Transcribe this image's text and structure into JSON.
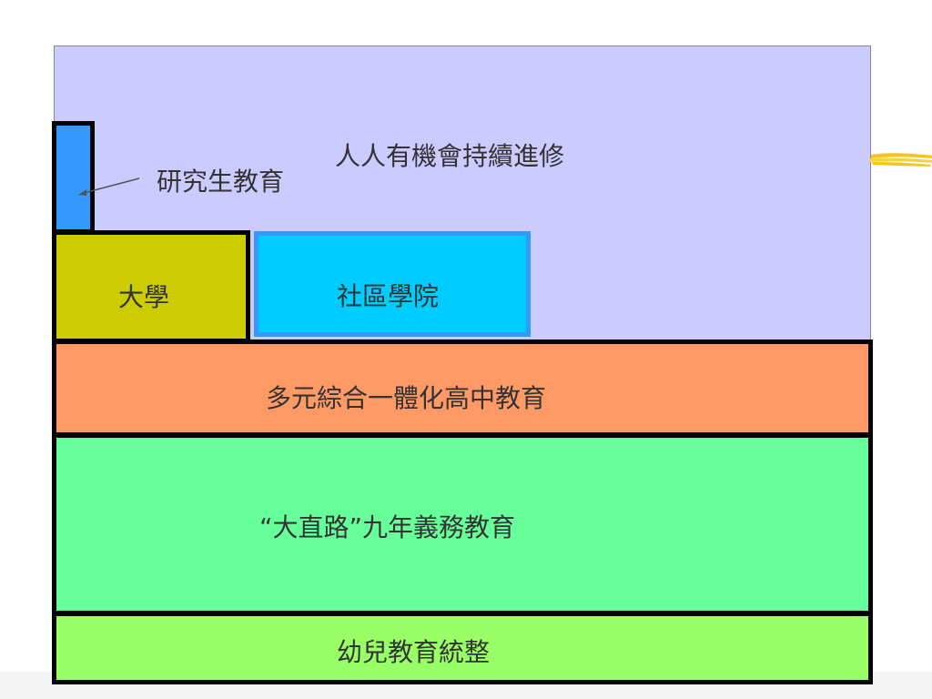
{
  "blocks": {
    "lifelong_learning": "人人有機會持續進修",
    "graduate_education": "研究生教育",
    "university": "大學",
    "community_college": "社區學院",
    "senior_high": "多元綜合一體化高中教育",
    "nine_year": "“大直路”九年義務教育",
    "preschool": "幼兒教育統整"
  },
  "colors": {
    "lifelong": "#cccbff",
    "graduate": "#3399ff",
    "university": "#cccc00",
    "community": "#00ccff",
    "senior": "#ff9966",
    "nine_year": "#66ff99",
    "preschool": "#99ff66",
    "border": "#000000",
    "text": "#333333",
    "brush": "#f5c518"
  },
  "icons": {
    "brush_stroke": "brush-stroke-icon",
    "arrow": "arrow-icon"
  }
}
